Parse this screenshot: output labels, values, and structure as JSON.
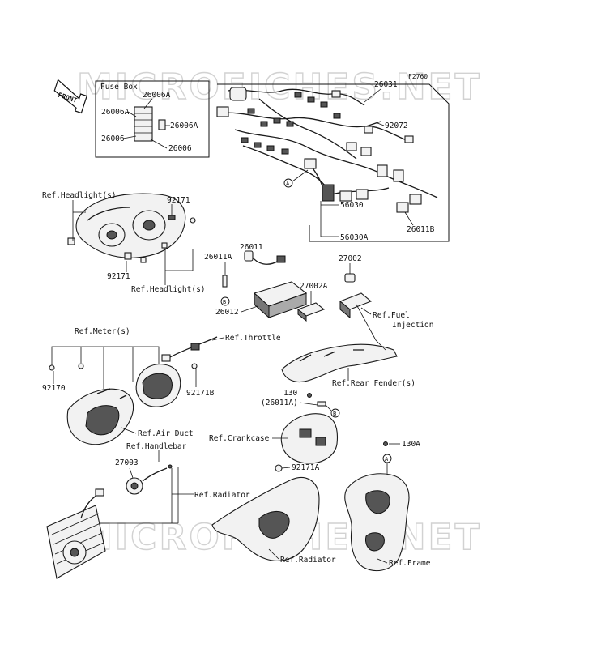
{
  "figure_code": "F2760",
  "watermark": "MICROFICHES.NET",
  "front_arrow": "FRONT",
  "fuse_box": {
    "title": "Fuse Box",
    "labels": [
      "26006A",
      "26006A",
      "26006A",
      "26006",
      "26006"
    ]
  },
  "callouts": {
    "a_marker": "A",
    "b_marker": "B",
    "p26031": "26031",
    "p92072": "92072",
    "p56030": "56030",
    "p56030A": "56030A",
    "p26011B": "26011B",
    "p26011": "26011",
    "p26011A": "26011A",
    "p27002": "27002",
    "p27002A": "27002A",
    "p26012": "26012",
    "p92171_a": "92171",
    "p92171_b": "92171",
    "p92170": "92170",
    "p92171B": "92171B",
    "p130": "130",
    "p26011A_paren": "(26011A)",
    "p27003": "27003",
    "p92171A": "92171A",
    "p130A": "130A"
  },
  "references": {
    "headlight_1": "Ref.Headlight(s)",
    "headlight_2": "Ref.Headlight(s)",
    "fuel_injection_1": "Ref.Fuel",
    "fuel_injection_2": "Injection",
    "throttle": "Ref.Throttle",
    "meter": "Ref.Meter(s)",
    "rear_fender": "Ref.Rear Fender(s)",
    "air_duct": "Ref.Air Duct",
    "handlebar": "Ref.Handlebar",
    "crankcase": "Ref.Crankcase",
    "radiator_1": "Ref.Radiator",
    "radiator_2": "Ref.Radiator",
    "frame": "Ref.Frame"
  }
}
